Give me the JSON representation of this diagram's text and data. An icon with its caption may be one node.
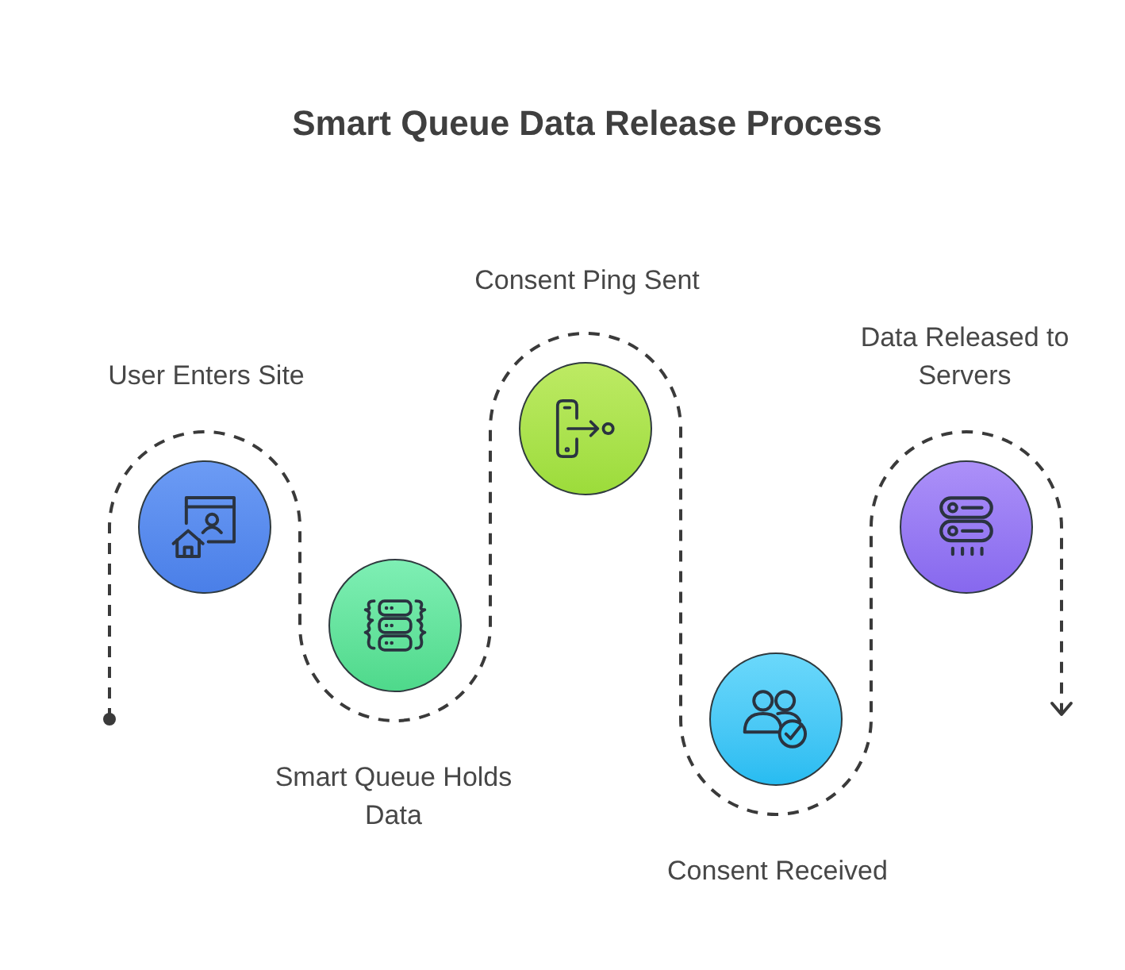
{
  "diagram": {
    "title": "Smart Queue Data Release Process",
    "nodes": [
      {
        "text": [],
        "shape": "circle",
        "beside": [
          "User Enters Site"
        ]
      },
      {
        "text": [],
        "shape": "circle",
        "beside": [
          "Smart Queue Holds Data"
        ]
      },
      {
        "text": [],
        "shape": "circle",
        "beside": [
          "Consent Ping Sent"
        ]
      },
      {
        "text": [],
        "shape": "circle",
        "beside": [
          "Consent Received"
        ]
      },
      {
        "text": [],
        "shape": "circle",
        "beside": [
          "Data Released to Servers"
        ]
      }
    ]
  }
}
